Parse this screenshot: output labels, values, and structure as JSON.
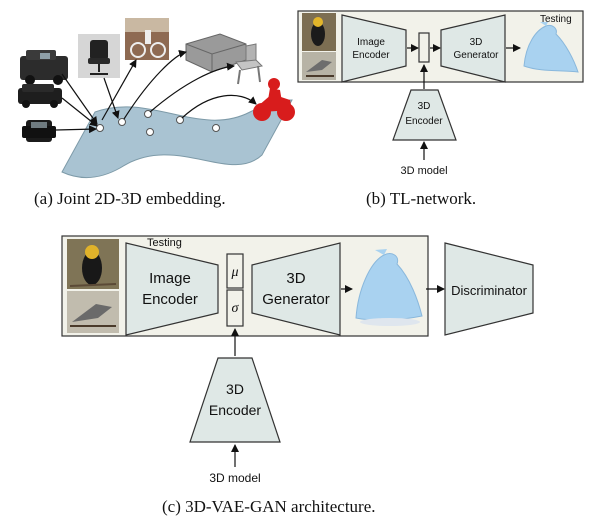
{
  "panel_a": {
    "caption": "(a) Joint 2D-3D embedding."
  },
  "panel_b": {
    "testing_label": "Testing",
    "image_encoder": [
      "Image",
      "Encoder"
    ],
    "generator": [
      "3D",
      "Generator"
    ],
    "encoder_3d": [
      "3D",
      "Encoder"
    ],
    "input_label": "3D model",
    "caption": "(b) TL-network."
  },
  "panel_c": {
    "testing_label": "Testing",
    "image_encoder": [
      "Image",
      "Encoder"
    ],
    "mu": "μ",
    "sigma": "σ",
    "generator": [
      "3D",
      "Generator"
    ],
    "discriminator": "Discriminator",
    "encoder_3d": [
      "3D",
      "Encoder"
    ],
    "input_label": "3D model",
    "caption": "(c) 3D-VAE-GAN architecture."
  },
  "colors": {
    "module_fill": "#dfe8e6",
    "panel_fill": "#f2f2ea",
    "manifold_fill": "#a9c3d2",
    "bird_3d": "#a9d2f0",
    "highlight_red": "#d81c1c"
  }
}
